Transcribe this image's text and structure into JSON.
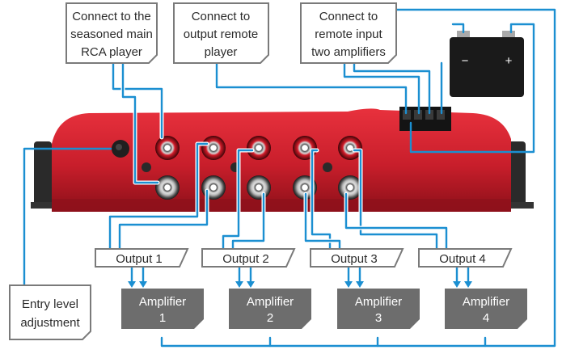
{
  "callouts": {
    "main_rca": [
      "Connect to the",
      "seasoned main",
      "RCA player"
    ],
    "output_remote": [
      "Connect to",
      "output remote",
      "player"
    ],
    "remote_input": [
      "Connect to",
      "remote input",
      "two amplifiers"
    ],
    "entry_level": [
      "Entry level",
      "adjustment"
    ]
  },
  "battery": {
    "minus": "−",
    "plus": "+"
  },
  "outputs": [
    {
      "label": "Output 1",
      "amplifier": [
        "Amplifier",
        "1"
      ]
    },
    {
      "label": "Output 2",
      "amplifier": [
        "Amplifier",
        "2"
      ]
    },
    {
      "label": "Output 3",
      "amplifier": [
        "Amplifier",
        "3"
      ]
    },
    {
      "label": "Output 4",
      "amplifier": [
        "Amplifier",
        "4"
      ]
    }
  ],
  "colors": {
    "wire": "#1b8fd1",
    "device": "#d42030",
    "amplifier": "#6d6d6d",
    "battery": "#1a1a1a"
  }
}
